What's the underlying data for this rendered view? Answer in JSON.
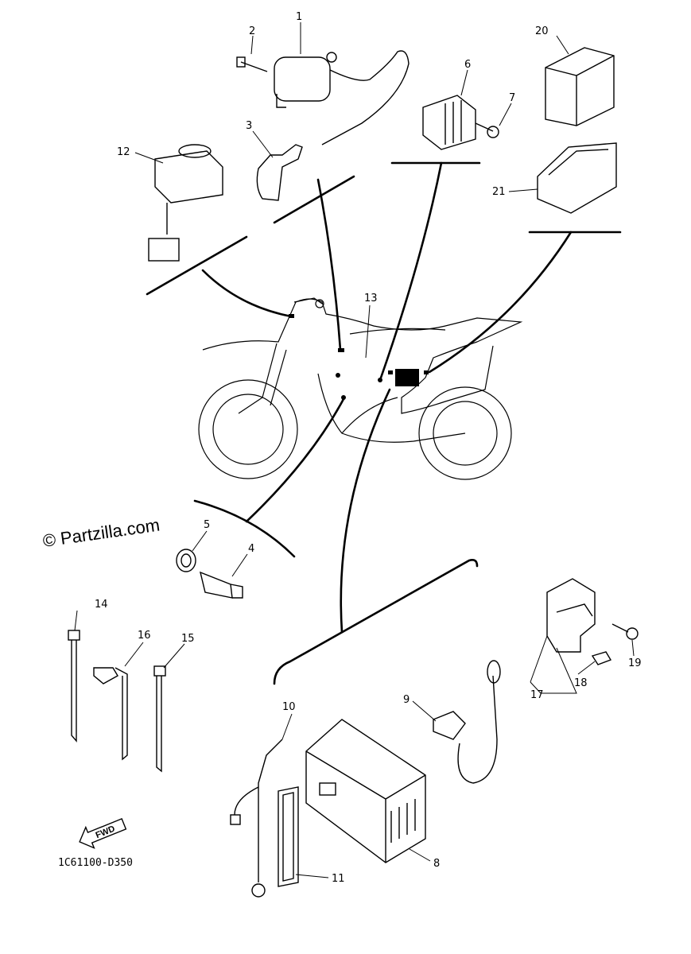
{
  "watermark": "© Partzilla.com",
  "drawing_code": "1C61100-D350",
  "fwd_label": "FWD",
  "callouts": [
    {
      "id": "c1",
      "label": "1"
    },
    {
      "id": "c2",
      "label": "2"
    },
    {
      "id": "c3",
      "label": "3"
    },
    {
      "id": "c4",
      "label": "4"
    },
    {
      "id": "c5",
      "label": "5"
    },
    {
      "id": "c6",
      "label": "6"
    },
    {
      "id": "c7",
      "label": "7"
    },
    {
      "id": "c8",
      "label": "8"
    },
    {
      "id": "c9",
      "label": "9"
    },
    {
      "id": "c10",
      "label": "10"
    },
    {
      "id": "c11",
      "label": "11"
    },
    {
      "id": "c12",
      "label": "12"
    },
    {
      "id": "c13",
      "label": "13"
    },
    {
      "id": "c14",
      "label": "14"
    },
    {
      "id": "c15",
      "label": "15"
    },
    {
      "id": "c16",
      "label": "16"
    },
    {
      "id": "c17",
      "label": "17"
    },
    {
      "id": "c18",
      "label": "18"
    },
    {
      "id": "c19",
      "label": "19"
    },
    {
      "id": "c20",
      "label": "20"
    },
    {
      "id": "c21",
      "label": "21"
    }
  ]
}
